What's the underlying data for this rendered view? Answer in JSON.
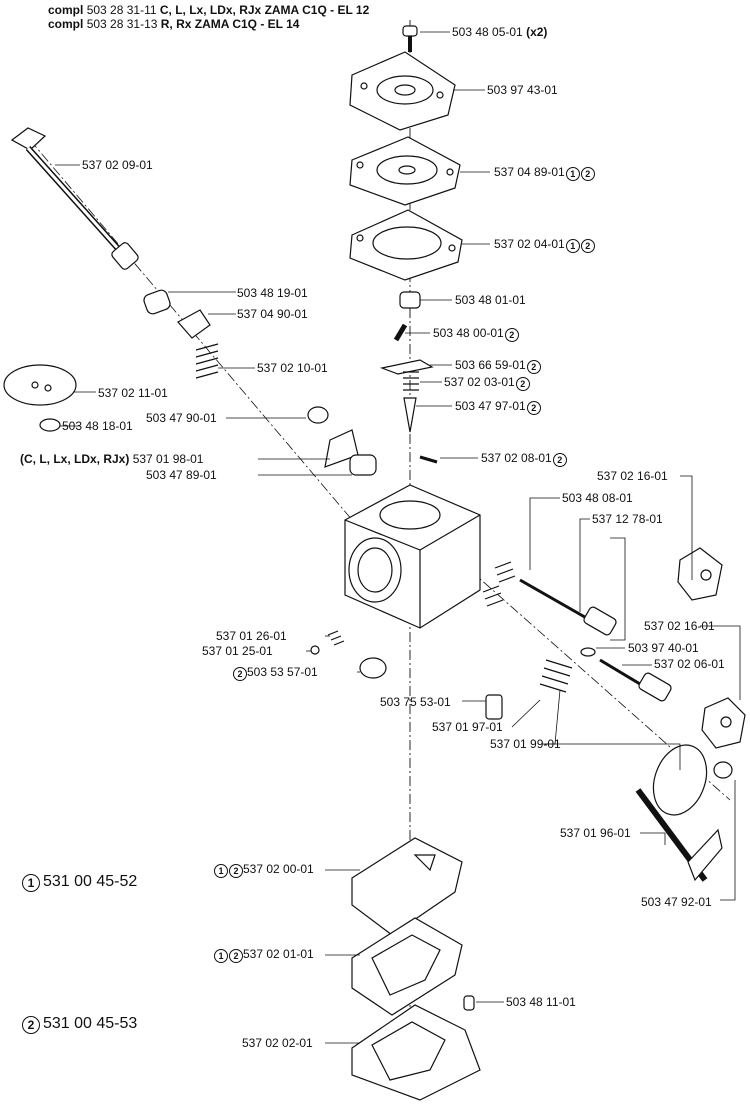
{
  "header": {
    "line1": {
      "prefix": "compl",
      "part": "503 28 31-11",
      "desc": "C, L, Lx, LDx, RJx ZAMA C1Q - EL 12"
    },
    "line2": {
      "prefix": "compl",
      "part": "503 28 31-13",
      "desc": "R, Rx ZAMA C1Q - EL 14"
    }
  },
  "parts": [
    {
      "id": "p1",
      "num": "503 48 05-01",
      "suffix": "(x2)"
    },
    {
      "id": "p2",
      "num": "503 97 43-01"
    },
    {
      "id": "p3",
      "num": "537 04 89-01",
      "kits": [
        "1",
        "2"
      ]
    },
    {
      "id": "p4",
      "num": "537 02 04-01",
      "kits": [
        "1",
        "2"
      ]
    },
    {
      "id": "p5",
      "num": "537 02 09-01"
    },
    {
      "id": "p6",
      "num": "503 48 19-01"
    },
    {
      "id": "p7",
      "num": "537 04 90-01"
    },
    {
      "id": "p8",
      "num": "503 48 01-01"
    },
    {
      "id": "p9",
      "num": "503 48 00-01",
      "kits": [
        "2"
      ]
    },
    {
      "id": "p10",
      "num": "537 02 10-01"
    },
    {
      "id": "p11",
      "num": "503 66 59-01",
      "kits": [
        "2"
      ]
    },
    {
      "id": "p12",
      "num": "537 02 03-01",
      "kits": [
        "2"
      ]
    },
    {
      "id": "p13",
      "num": "537 02 11-01"
    },
    {
      "id": "p14",
      "num": "503 47 97-01",
      "kits": [
        "2"
      ]
    },
    {
      "id": "p15",
      "num": "503 47 90-01"
    },
    {
      "id": "p16",
      "num": "503 48 18-01"
    },
    {
      "id": "p17",
      "num": "537 02 08-01",
      "kits": [
        "2"
      ]
    },
    {
      "id": "p18",
      "num": "537 01 98-01",
      "prefix": "(C, L, Lx, LDx, RJx)"
    },
    {
      "id": "p19",
      "num": "503 47 89-01"
    },
    {
      "id": "p20",
      "num": "537 02 16-01"
    },
    {
      "id": "p21",
      "num": "503 48 08-01"
    },
    {
      "id": "p22",
      "num": "537 12 78-01"
    },
    {
      "id": "p23",
      "num": "537 02 16-01"
    },
    {
      "id": "p24",
      "num": "537 01 26-01"
    },
    {
      "id": "p25",
      "num": "537 01 25-01"
    },
    {
      "id": "p26",
      "num": "503 97 40-01"
    },
    {
      "id": "p27",
      "num": "537 02 06-01"
    },
    {
      "id": "p28",
      "num": "503 53 57-01",
      "prekits": [
        "2"
      ]
    },
    {
      "id": "p29",
      "num": "503 75 53-01"
    },
    {
      "id": "p30",
      "num": "537 01 97-01"
    },
    {
      "id": "p31",
      "num": "537 01 99-01"
    },
    {
      "id": "p32",
      "num": "537 01 96-01"
    },
    {
      "id": "p33",
      "num": "503 47 92-01"
    },
    {
      "id": "p34",
      "num": "537 02 00-01",
      "prekits": [
        "1",
        "2"
      ]
    },
    {
      "id": "p35",
      "num": "537 02 01-01",
      "prekits": [
        "1",
        "2"
      ]
    },
    {
      "id": "p36",
      "num": "503 48 11-01"
    },
    {
      "id": "p37",
      "num": "537 02 02-01"
    }
  ],
  "kits": [
    {
      "id": "k1",
      "mark": "1",
      "num": "531 00 45-52"
    },
    {
      "id": "k2",
      "mark": "2",
      "num": "531 00 45-53"
    }
  ]
}
